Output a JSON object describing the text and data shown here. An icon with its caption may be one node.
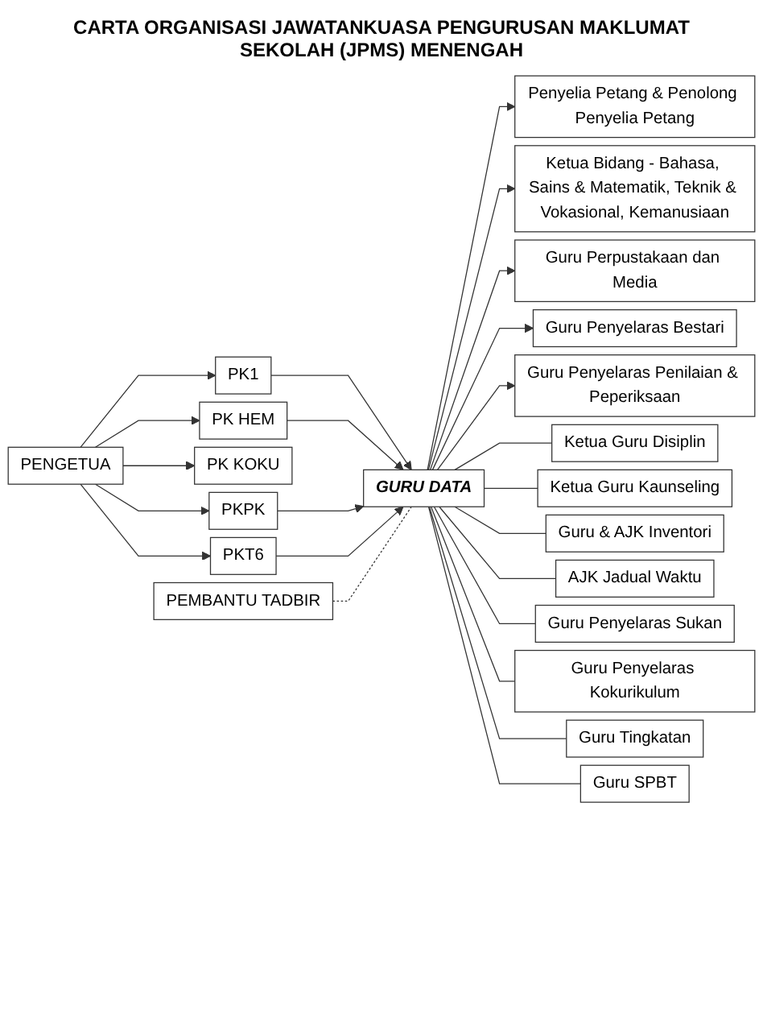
{
  "diagram": {
    "title": "CARTA ORGANISASI JAWATANKUASA PENGURUSAN MAKLUMAT SEKOLAH (JPMS) MENENGAH",
    "nodes": [
      {
        "text": [
          "PENGETUA"
        ]
      },
      {
        "text": [
          "PK1"
        ]
      },
      {
        "text": [
          "PK HEM"
        ]
      },
      {
        "text": [
          "PK KOKU"
        ]
      },
      {
        "text": [
          "PKPK"
        ]
      },
      {
        "text": [
          "PKT6"
        ]
      },
      {
        "text": [
          "PEMBANTU TADBIR"
        ]
      },
      {
        "text": [
          "GURU DATA"
        ]
      },
      {
        "text": [
          "Penyelia Petang & Penolong Penyelia Petang"
        ]
      },
      {
        "text": [
          "Ketua Bidang - Bahasa, Sains & Matematik, Teknik & Vokasional, Kemanusiaan"
        ]
      },
      {
        "text": [
          "Guru Perpustakaan dan Media"
        ]
      },
      {
        "text": [
          "Guru Penyelaras Bestari"
        ]
      },
      {
        "text": [
          "Guru Penyelaras Penilaian & Peperiksaan"
        ]
      },
      {
        "text": [
          "Ketua Guru Disiplin"
        ]
      },
      {
        "text": [
          "Ketua Guru Kaunseling"
        ]
      },
      {
        "text": [
          "Guru & AJK Inventori"
        ]
      },
      {
        "text": [
          "AJK Jadual Waktu"
        ]
      },
      {
        "text": [
          "Guru Penyelaras Sukan"
        ]
      },
      {
        "text": [
          "Guru Penyelaras Kokurikulum"
        ]
      },
      {
        "text": [
          "Guru Tingkatan"
        ]
      },
      {
        "text": [
          "Guru SPBT"
        ]
      }
    ],
    "edges": [
      {
        "from": 0,
        "to": 1,
        "arrow": "to"
      },
      {
        "from": 0,
        "to": 2,
        "arrow": "to"
      },
      {
        "from": 0,
        "to": 3,
        "arrow": "to"
      },
      {
        "from": 0,
        "to": 4,
        "arrow": "to"
      },
      {
        "from": 0,
        "to": 5,
        "arrow": "to"
      },
      {
        "from": 1,
        "to": 7,
        "arrow": "to"
      },
      {
        "from": 2,
        "to": 7,
        "arrow": "to"
      },
      {
        "from": 4,
        "to": 7,
        "arrow": "to"
      },
      {
        "from": 5,
        "to": 7,
        "arrow": "to"
      },
      {
        "from": 6,
        "to": 7,
        "arrow": "none",
        "style": "dashed"
      },
      {
        "from": 7,
        "to": 8,
        "arrow": "to"
      },
      {
        "from": 7,
        "to": 9,
        "arrow": "to"
      },
      {
        "from": 7,
        "to": 10,
        "arrow": "to"
      },
      {
        "from": 7,
        "to": 11,
        "arrow": "to"
      },
      {
        "from": 7,
        "to": 12,
        "arrow": "to"
      },
      {
        "from": 7,
        "to": 13,
        "arrow": "none"
      },
      {
        "from": 7,
        "to": 14,
        "arrow": "none"
      },
      {
        "from": 7,
        "to": 15,
        "arrow": "none"
      },
      {
        "from": 7,
        "to": 16,
        "arrow": "none"
      },
      {
        "from": 7,
        "to": 17,
        "arrow": "none"
      },
      {
        "from": 7,
        "to": 18,
        "arrow": "none"
      },
      {
        "from": 7,
        "to": 19,
        "arrow": "none"
      },
      {
        "from": 7,
        "to": 20,
        "arrow": "none"
      }
    ]
  }
}
